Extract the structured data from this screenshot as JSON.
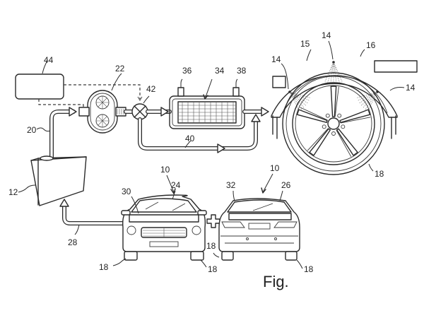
{
  "figure": {
    "caption": "Fig.",
    "description": "Patent drawing of a vehicle washer-fluid system: reservoir, pump, valve, heater, bypass line and spray nozzles at the wheel arch, with front and rear views of the vehicle."
  },
  "labels": {
    "vehicle_front": "10",
    "vehicle_rear": "10",
    "reservoir": "12",
    "nozzle_top": "14",
    "nozzle_left": "14",
    "nozzle_right": "14",
    "wheel_arch_liner": "15",
    "fender": "16",
    "wheel_main": "18",
    "wheel_front_left": "18",
    "wheel_front_right": "18",
    "wheel_rear_left": "18",
    "wheel_rear_right": "18",
    "supply_line": "20",
    "pump": "22",
    "windshield": "24",
    "rear_window": "26",
    "return_line": "28",
    "front_nozzle": "30",
    "rear_nozzle": "32",
    "heater": "34",
    "heater_inlet": "36",
    "heater_outlet": "38",
    "bypass_line": "40",
    "valve": "42",
    "control_unit": "44"
  },
  "colors": {
    "ink": "#2a2a2a",
    "paper": "#ffffff"
  }
}
